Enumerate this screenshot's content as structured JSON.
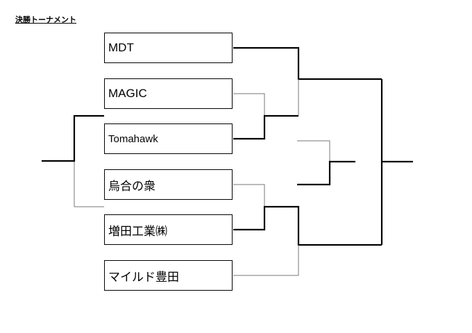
{
  "title": "決勝トーナメント",
  "teams": [
    "MDT",
    "MAGIC",
    "Tomahawk",
    "烏合の衆",
    "増田工業㈱",
    "マイルド豊田"
  ]
}
